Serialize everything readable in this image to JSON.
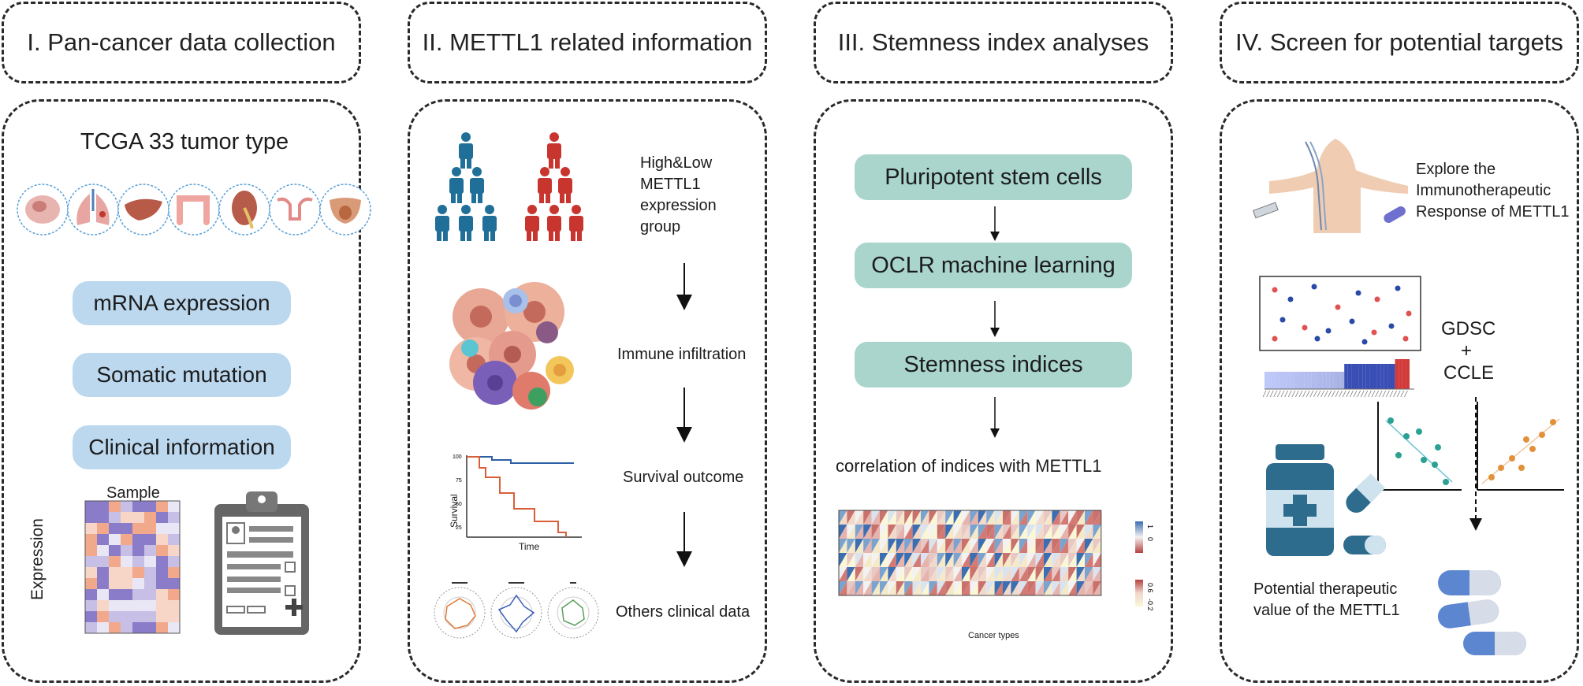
{
  "headers": {
    "h1": "I. Pan-cancer data collection",
    "h2": "II. METTL1 related information",
    "h3": "III. Stemness index analyses",
    "h4": "IV. Screen for potential targets"
  },
  "panel1": {
    "title": "TCGA 33 tumor type",
    "items": [
      "mRNA expression",
      "Somatic mutation",
      "Clinical information"
    ],
    "heatmap_xlabel": "Sample",
    "heatmap_ylabel": "Expression"
  },
  "panel2": {
    "step1": "High&Low METTL1 expression group",
    "step2": "Immune infiltration",
    "step3": "Survival outcome",
    "step4": "Others clinical data",
    "survival_ylabel": "Survival",
    "survival_xlabel": "Time"
  },
  "panel3": {
    "boxes": [
      "Pluripotent stem cells",
      "OCLR machine learning",
      "Stemness indices"
    ],
    "correlation_label": "correlation of indices with METTL1",
    "heatmap_xlabel": "Cancer types"
  },
  "panel4": {
    "immuno_label": "Explore the Immunotherapeutic Response of METTL1",
    "gdsc_label": "GDSC",
    "plus_label": "+",
    "ccle_label": "CCLE",
    "potential_label": "Potential therapeutic value of the METTL1"
  },
  "colors": {
    "pill_blue": "#bcd8ef",
    "teal_box": "#a9d5cd",
    "person_blue": "#1f6f99",
    "person_red": "#c8352e",
    "bottle_blue": "#2e6c8e"
  }
}
